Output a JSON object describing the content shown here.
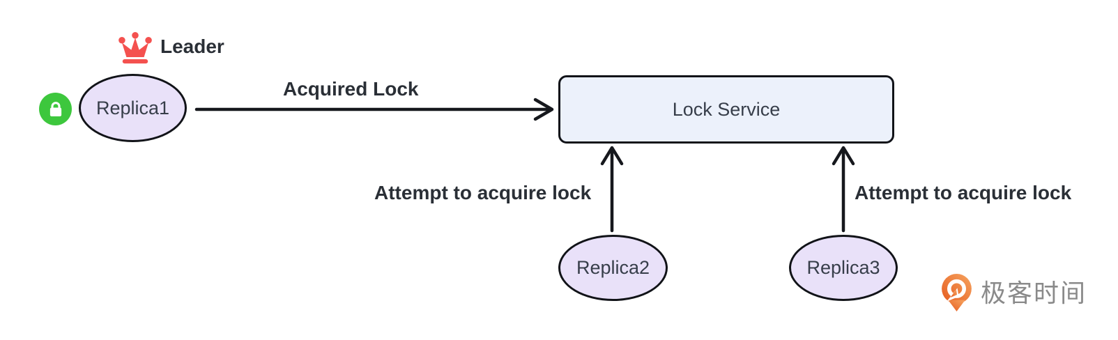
{
  "colors": {
    "background": "#FFFFFF",
    "node_fill": "#E9E1F9",
    "service_fill": "#ECF1FB",
    "stroke": "#111318",
    "arrow": "#16181D",
    "label_text": "#2A2F36",
    "node_text": "#373E4A",
    "crown_red": "#F4514F",
    "lock_green": "#3DC73D",
    "logo_orange_light": "#F6A45F",
    "logo_orange_dark": "#E55A1E",
    "logo_text_gray": "#8A8A8A"
  },
  "diagram": {
    "nodes": [
      {
        "id": "replica1",
        "label": "Replica1",
        "shape": "ellipse"
      },
      {
        "id": "lock-service",
        "label": "Lock Service",
        "shape": "rect"
      },
      {
        "id": "replica2",
        "label": "Replica2",
        "shape": "ellipse"
      },
      {
        "id": "replica3",
        "label": "Replica3",
        "shape": "ellipse"
      }
    ],
    "edges": [
      {
        "from": "Replica1",
        "to": "Lock Service",
        "label": "Acquired Lock",
        "direction": "right"
      },
      {
        "from": "Replica2",
        "to": "Lock Service",
        "label": "Attempt to acquire lock",
        "direction": "up"
      },
      {
        "from": "Replica3",
        "to": "Lock Service",
        "label": "Attempt to acquire lock",
        "direction": "up"
      }
    ],
    "badges": [
      {
        "id": "leader",
        "label": "Leader",
        "icon": "crown-icon",
        "attached_to": "Replica1"
      },
      {
        "id": "lock-held",
        "icon": "lock-icon",
        "attached_to": "Replica1"
      }
    ]
  },
  "branding": {
    "logo_text": "极客时间",
    "logo_icon": "geektime-pin-icon"
  }
}
